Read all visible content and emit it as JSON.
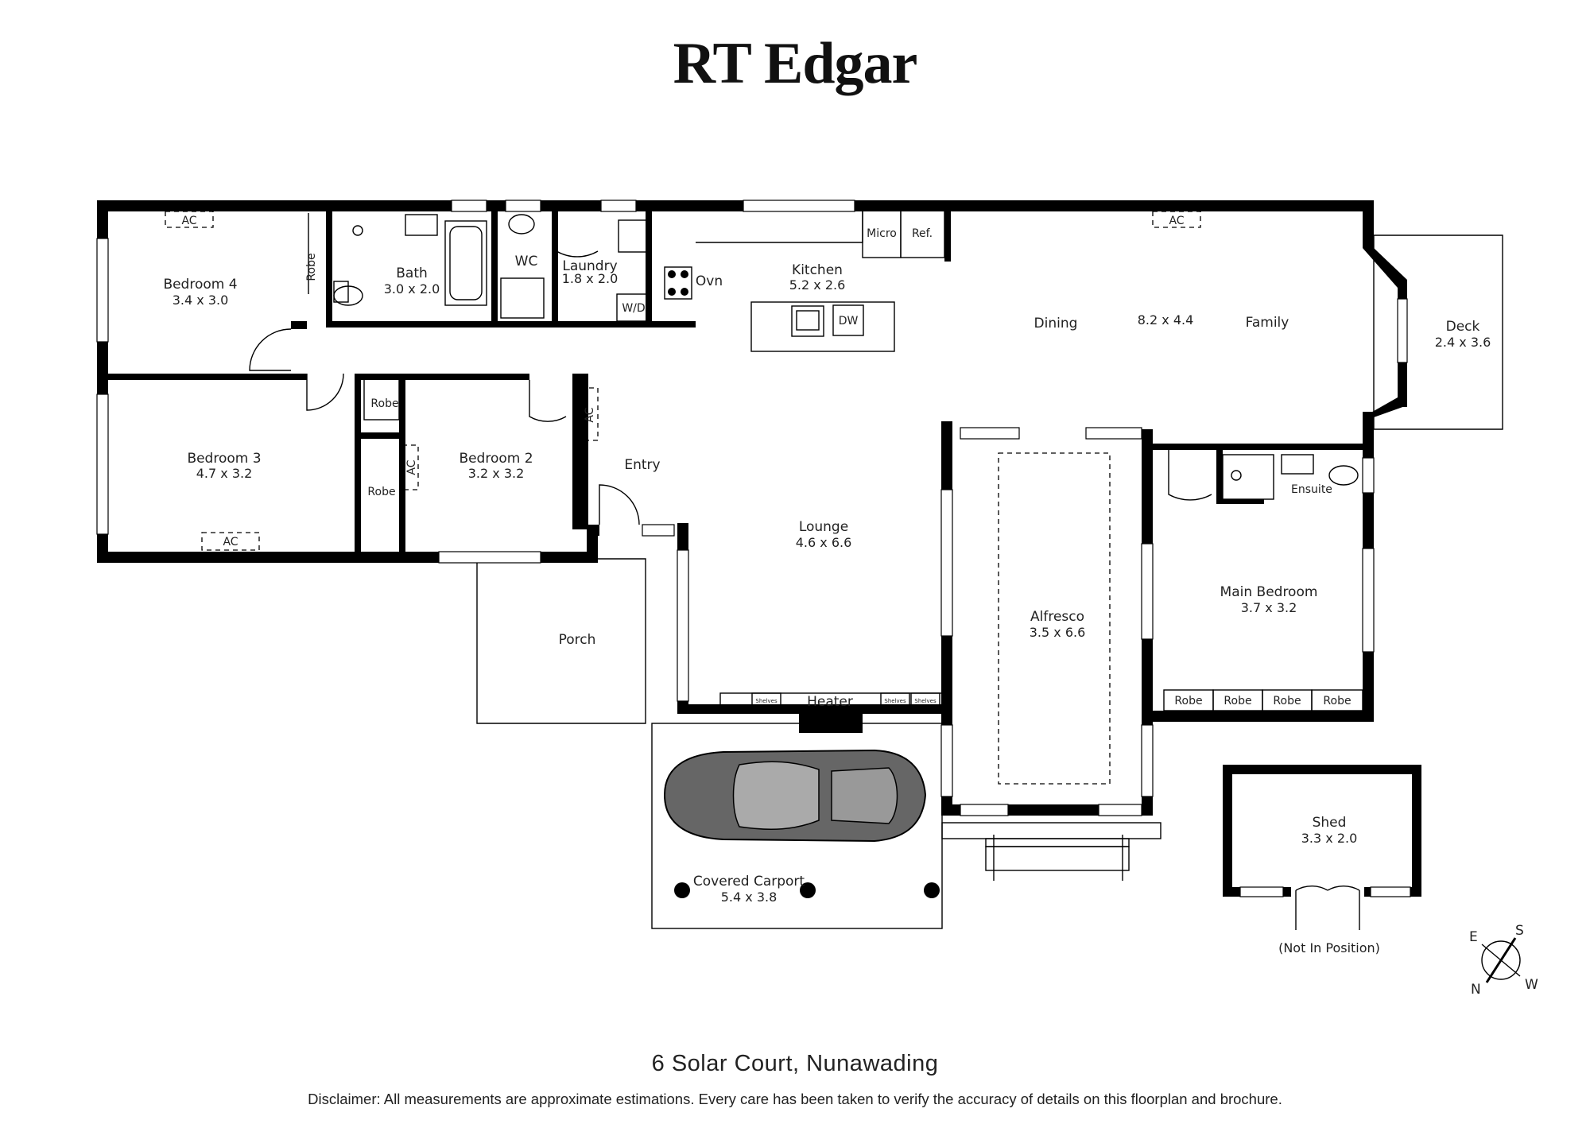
{
  "brand": {
    "name": "RT Edgar"
  },
  "footer": {
    "address": "6 Solar Court, Nunawading",
    "disclaimer": "Disclaimer: All measurements are approximate estimations. Every care has been taken to verify the accuracy of details on this floorplan and brochure."
  },
  "rooms": {
    "bedroom4": {
      "name": "Bedroom 4",
      "size": "3.4 x 3.0"
    },
    "bath": {
      "name": "Bath",
      "size": "3.0 x 2.0"
    },
    "wc": {
      "name": "WC"
    },
    "laundry": {
      "name": "Laundry",
      "size": "1.8 x 2.0"
    },
    "kitchen": {
      "name": "Kitchen",
      "size": "5.2 x 2.6"
    },
    "dining": {
      "name": "Dining"
    },
    "dining_family_size": "8.2 x 4.4",
    "family": {
      "name": "Family"
    },
    "deck": {
      "name": "Deck",
      "size": "2.4 x 3.6"
    },
    "bedroom3": {
      "name": "Bedroom 3",
      "size": "4.7 x 3.2"
    },
    "bedroom2": {
      "name": "Bedroom 2",
      "size": "3.2 x 3.2"
    },
    "entry": {
      "name": "Entry"
    },
    "lounge": {
      "name": "Lounge",
      "size": "4.6 x 6.6"
    },
    "alfresco": {
      "name": "Alfresco",
      "size": "3.5 x 6.6"
    },
    "ensuite": {
      "name": "Ensuite"
    },
    "main_bedroom": {
      "name": "Main Bedroom",
      "size": "3.7 x 3.2"
    },
    "porch": {
      "name": "Porch"
    },
    "carport": {
      "name": "Covered Carport",
      "size": "5.4 x 3.8"
    },
    "shed": {
      "name": "Shed",
      "size": "3.3 x 2.0",
      "note": "(Not In Position)"
    }
  },
  "fixtures": {
    "ac": "AC",
    "robe": "Robe",
    "micro": "Micro",
    "ref": "Ref.",
    "oven": "Ovn",
    "washer_dryer": "W/D",
    "dishwasher": "DW",
    "heater": "Heater",
    "shelves": "Shelves"
  },
  "compass": {
    "e": "E",
    "s": "S",
    "n": "N",
    "w": "W"
  }
}
